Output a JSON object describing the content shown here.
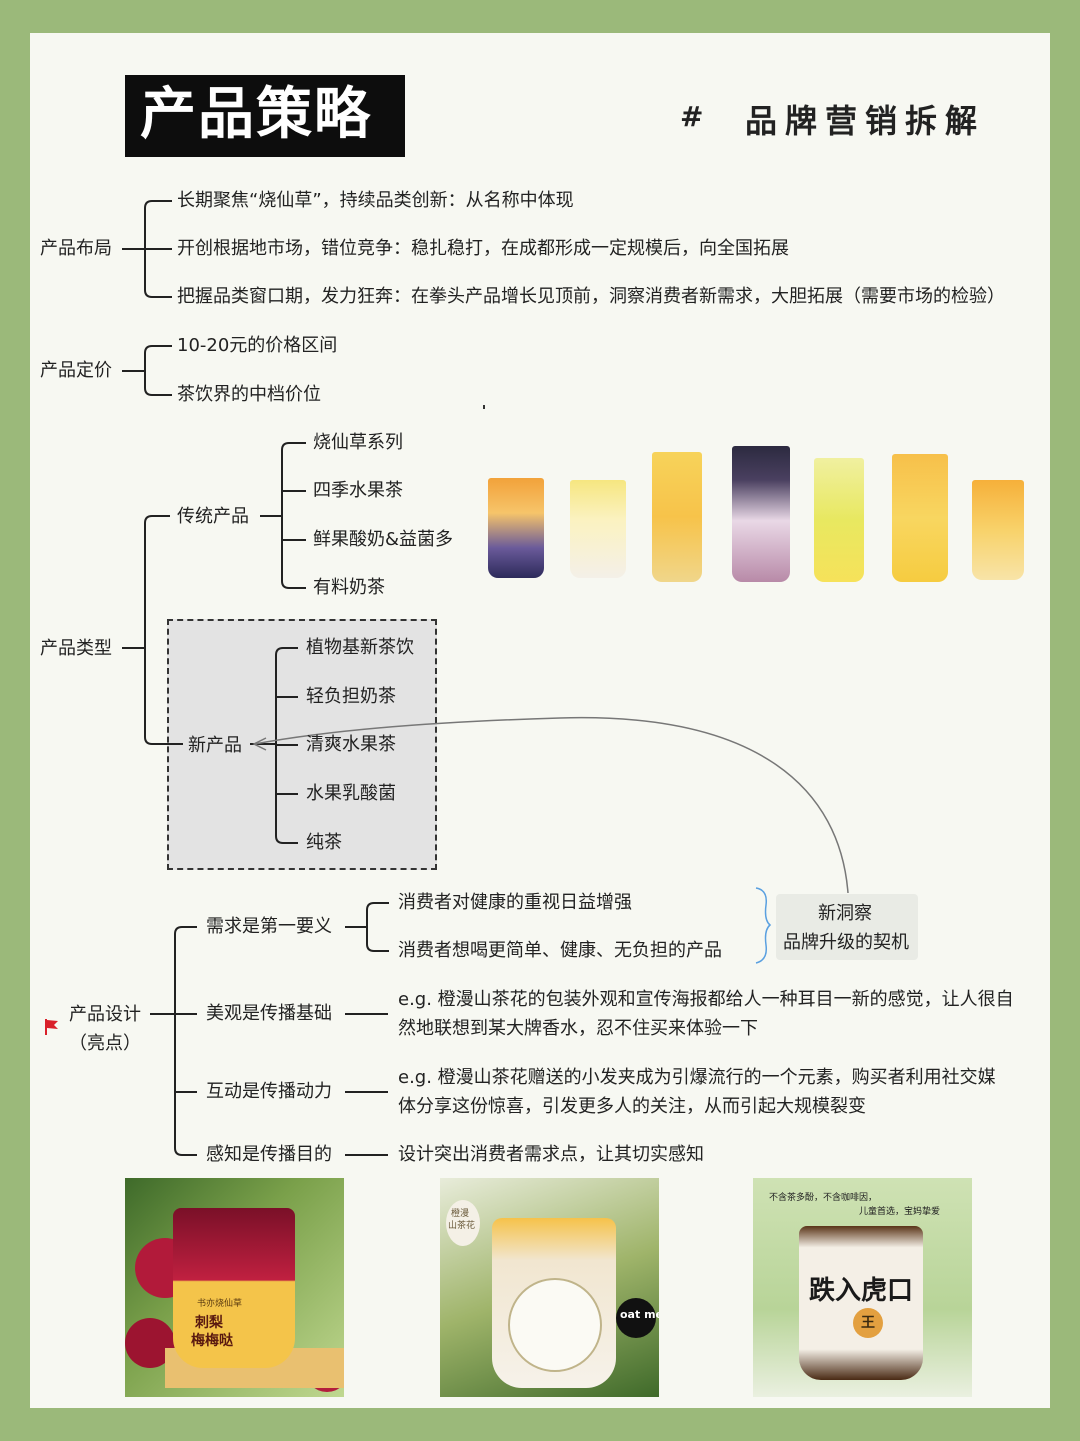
{
  "header": {
    "title": "产品策略",
    "hash": "#",
    "brand": "品牌营销拆解"
  },
  "layout_section": {
    "label": "产品布局",
    "items": [
      "长期聚焦“烧仙草”，持续品类创新：从名称中体现",
      "开创根据地市场，错位竞争：稳扎稳打，在成都形成一定规模后，向全国拓展",
      "把握品类窗口期，发力狂奔：在拳头产品增长见顶前，洞察消费者新需求，大胆拓展（需要市场的检验）"
    ]
  },
  "pricing_section": {
    "label": "产品定价",
    "items": [
      "10-20元的价格区间",
      "茶饮界的中档价位"
    ]
  },
  "types_section": {
    "label": "产品类型",
    "traditional": {
      "label": "传统产品",
      "items": [
        "烧仙草系列",
        "四季水果茶",
        "鲜果酸奶&益菌多",
        "有料奶茶"
      ]
    },
    "new": {
      "label": "新产品",
      "items": [
        "植物基新茶饮",
        "轻负担奶茶",
        "清爽水果茶",
        "水果乳酸菌",
        "纯茶"
      ]
    }
  },
  "design_section": {
    "label_line1": "产品设计",
    "label_line2": "（亮点）",
    "flag_icon": "red-flag",
    "branches": [
      {
        "label": "需求是第一要义",
        "items": [
          "消费者对健康的重视日益增强",
          "消费者想喝更简单、健康、无负担的产品"
        ]
      },
      {
        "label": "美观是传播基础",
        "text_line1": "e.g. 橙漫山茶花的包装外观和宣传海报都给人一种耳目一新的感觉，让人很自",
        "text_line2": "然地联想到某大牌香水，忍不住买来体验一下"
      },
      {
        "label": "互动是传播动力",
        "text_line1": "e.g. 橙漫山茶花赠送的小发夹成为引爆流行的一个元素，购买者利用社交媒",
        "text_line2": "体分享这份惊喜，引发更多人的关注，从而引起大规模裂变"
      },
      {
        "label": "感知是传播目的",
        "text": "设计突出消费者需求点，让其切实感知"
      }
    ],
    "note_line1": "新洞察",
    "note_line2": "品牌升级的契机"
  },
  "photos": {
    "left_lines": [
      "书亦烧仙草",
      "刺梨",
      "梅梅哒"
    ],
    "middle_lines": [
      "橙漫",
      "山茶花"
    ],
    "middle_badge": "oat me!",
    "right_line1": "不含茶多酚，不含咖啡因，",
    "right_line2": "儿童首选，宝妈挚爱",
    "right_big": "跌入虎口",
    "right_king": "王"
  },
  "colors": {
    "background": "#9bb97a",
    "card": "#f7f8f2",
    "title_bg": "#0d0d0d",
    "flag": "#d9202a",
    "note_bracket": "#5aa0e0"
  }
}
